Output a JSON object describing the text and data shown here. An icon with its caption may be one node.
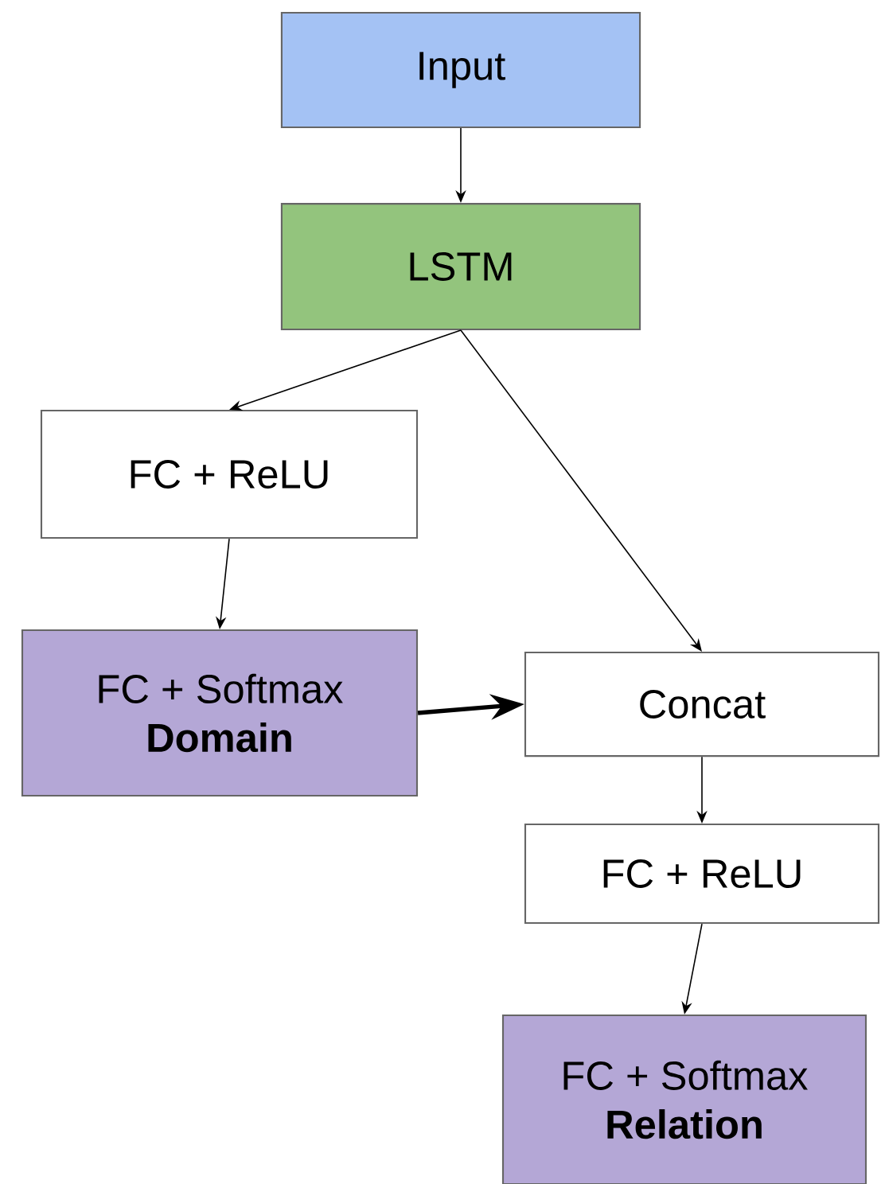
{
  "diagram": {
    "nodes": [
      {
        "text": [
          "Input"
        ]
      },
      {
        "text": [
          "LSTM"
        ]
      },
      {
        "text": [
          "FC + ReLU"
        ]
      },
      {
        "text": [
          "FC + Softmax",
          "Domain"
        ]
      },
      {
        "text": [
          "Concat"
        ]
      },
      {
        "text": [
          "FC + ReLU"
        ]
      },
      {
        "text": [
          "FC + Softmax",
          "Relation"
        ]
      }
    ],
    "edges": [
      {
        "from": 0,
        "to": 1,
        "arrow": "to"
      },
      {
        "from": 1,
        "to": 2,
        "arrow": "to"
      },
      {
        "from": 1,
        "to": 4,
        "arrow": "to"
      },
      {
        "from": 2,
        "to": 3,
        "arrow": "to"
      },
      {
        "from": 3,
        "to": 4,
        "arrow": "to",
        "style": "thick"
      },
      {
        "from": 4,
        "to": 5,
        "arrow": "to"
      },
      {
        "from": 5,
        "to": 6,
        "arrow": "to"
      }
    ]
  }
}
